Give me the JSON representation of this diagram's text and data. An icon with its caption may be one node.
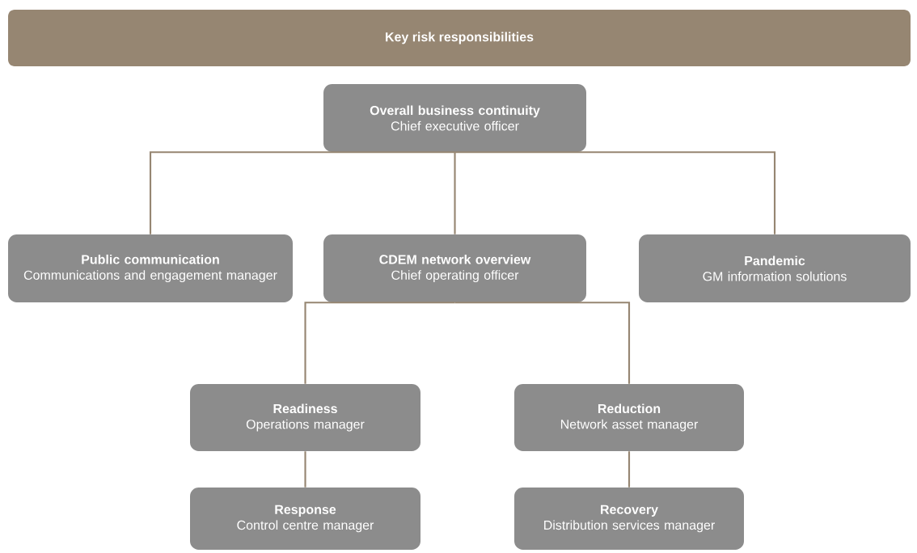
{
  "diagram": {
    "title": "Key risk responsibilities",
    "nodes": [
      {
        "text": [
          "Overall business continuity",
          "Chief executive officer"
        ]
      },
      {
        "text": [
          "Public communication",
          "Communications and engagement manager"
        ]
      },
      {
        "text": [
          "CDEM network overview",
          "Chief operating officer"
        ]
      },
      {
        "text": [
          "Pandemic",
          "GM information solutions"
        ]
      },
      {
        "text": [
          "Readiness",
          "Operations manager"
        ]
      },
      {
        "text": [
          "Reduction",
          "Network asset manager"
        ]
      },
      {
        "text": [
          "Response",
          "Control centre manager"
        ]
      },
      {
        "text": [
          "Recovery",
          "Distribution services manager"
        ]
      }
    ],
    "edges": [
      {
        "from": 0,
        "to": 1,
        "arrow": "none"
      },
      {
        "from": 0,
        "to": 2,
        "arrow": "none"
      },
      {
        "from": 0,
        "to": 3,
        "arrow": "none"
      },
      {
        "from": 2,
        "to": 4,
        "arrow": "none"
      },
      {
        "from": 2,
        "to": 5,
        "arrow": "none"
      },
      {
        "from": 4,
        "to": 6,
        "arrow": "none"
      },
      {
        "from": 5,
        "to": 7,
        "arrow": "none"
      }
    ]
  }
}
